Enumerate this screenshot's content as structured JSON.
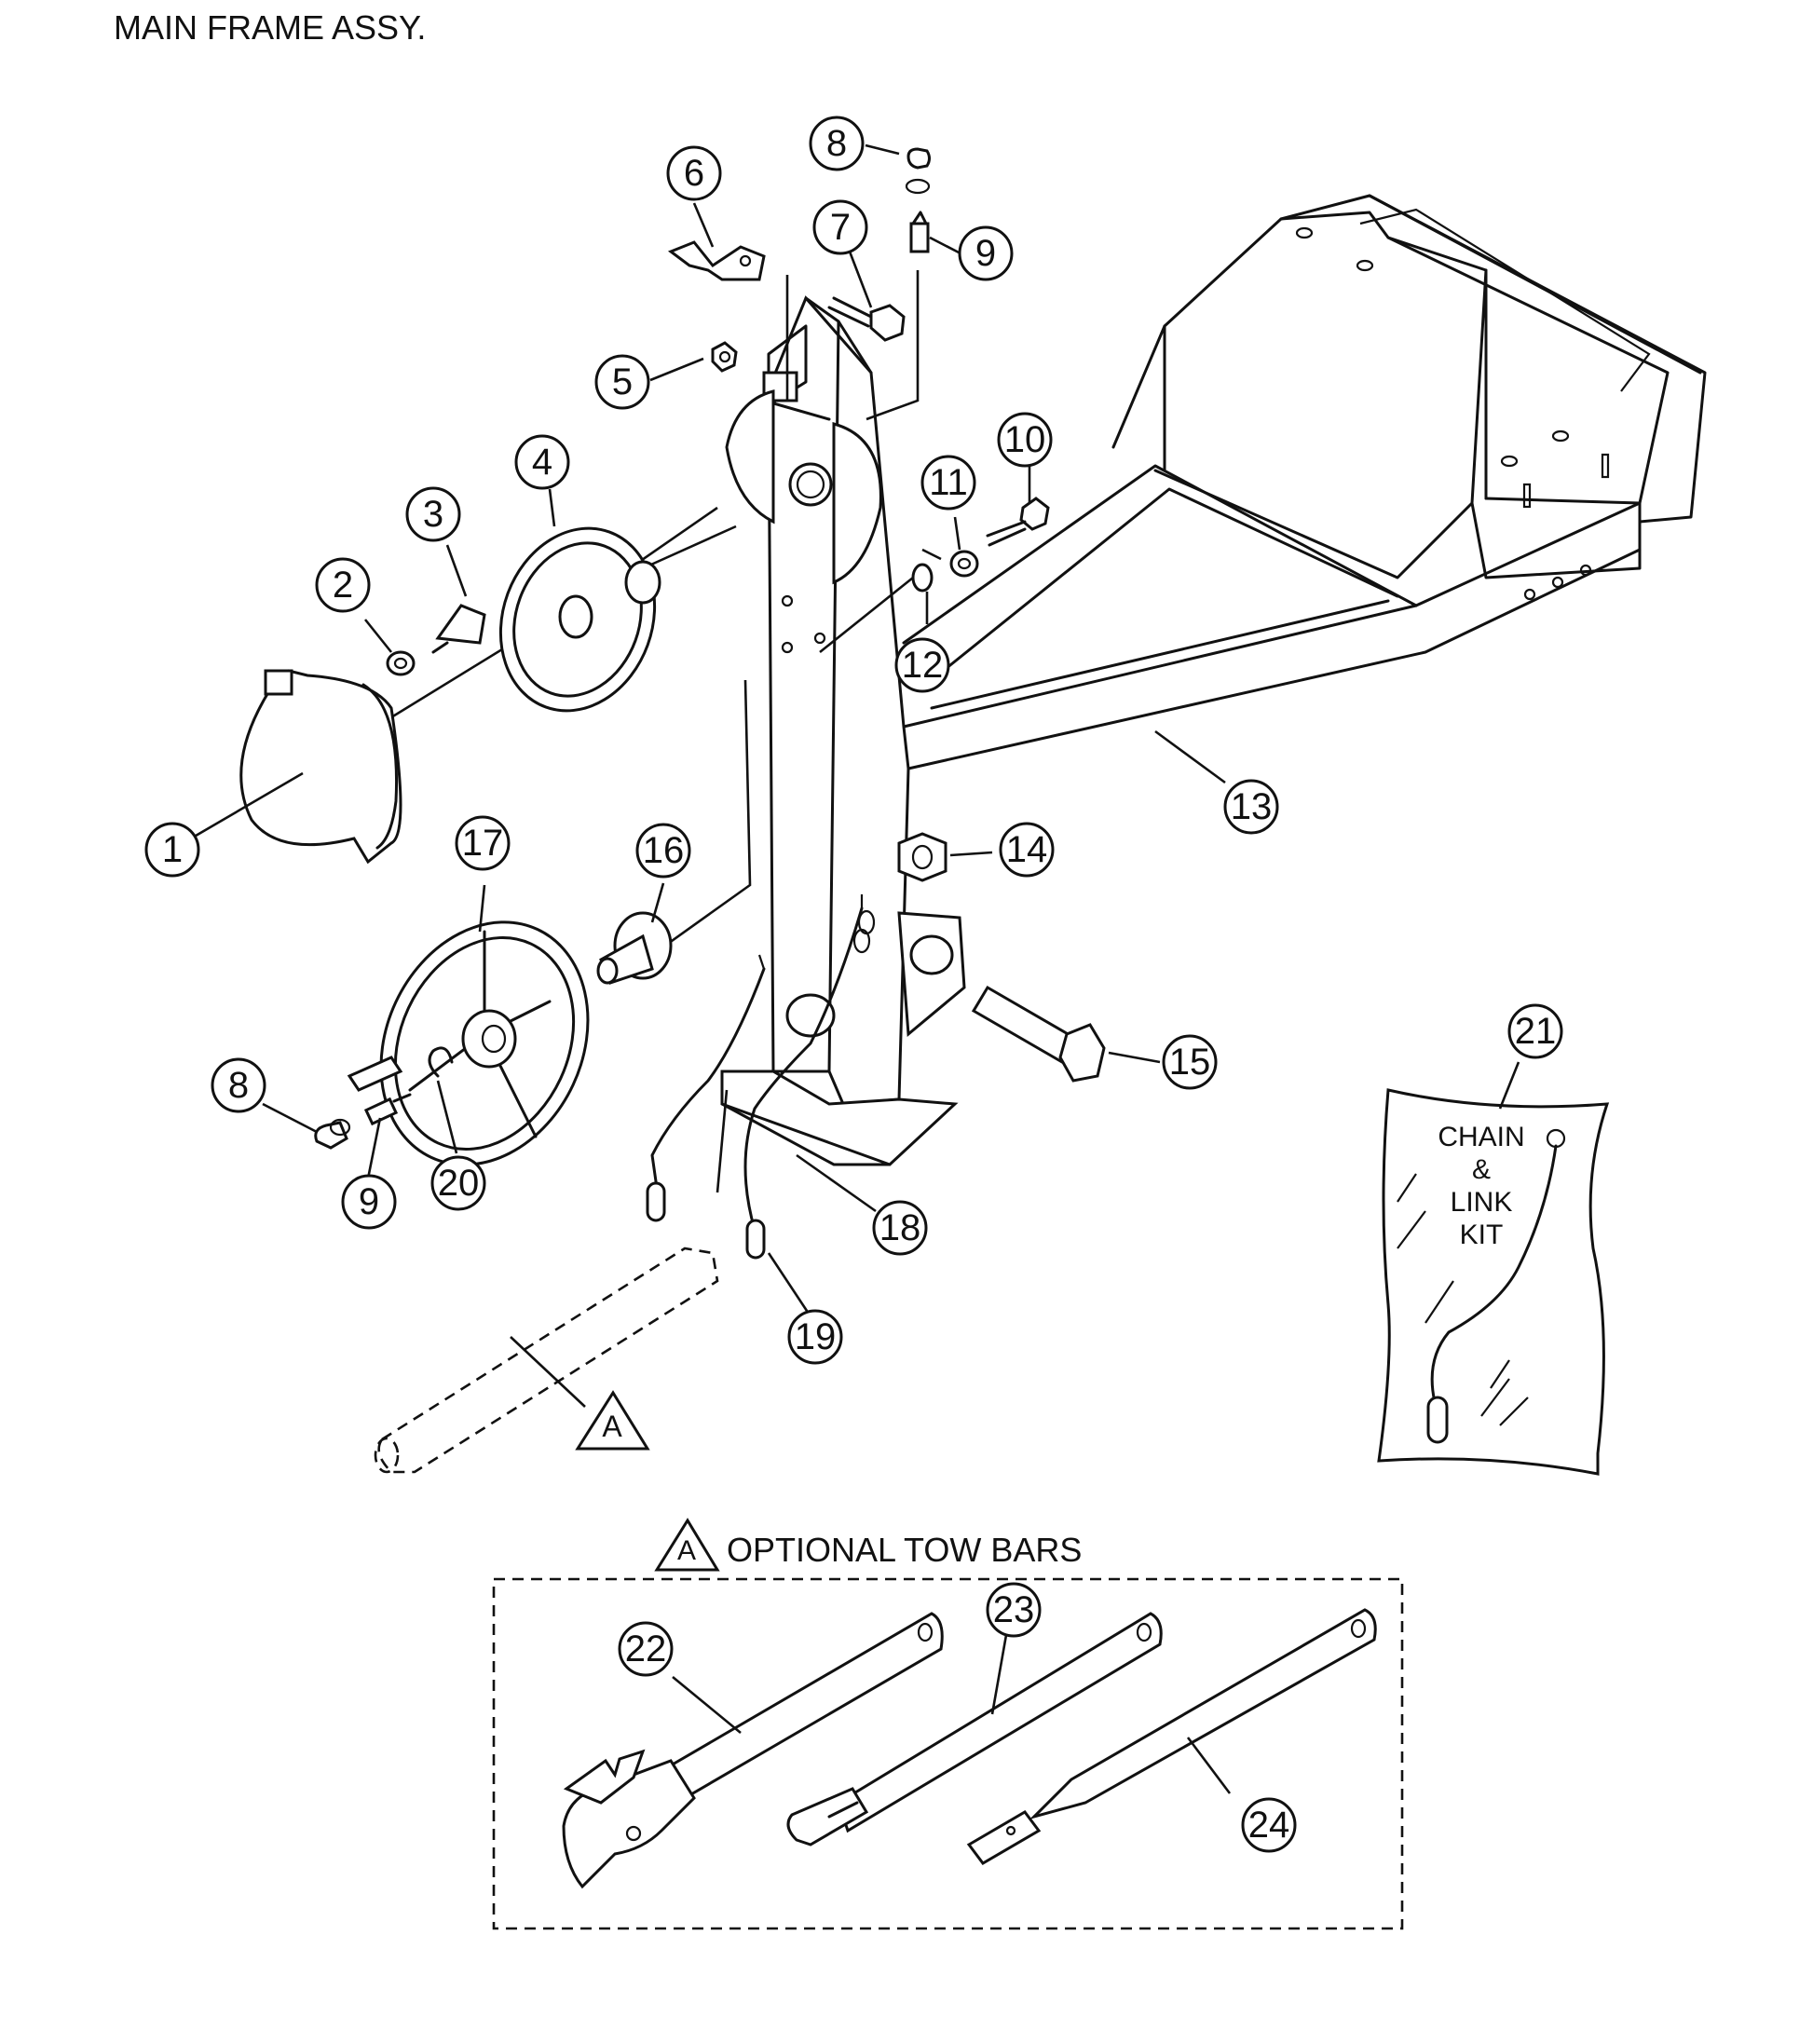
{
  "title": "MAIN FRAME ASSY.",
  "section": {
    "marker": "A",
    "title": "OPTIONAL TOW BARS"
  },
  "kit_label": [
    "CHAIN",
    "&",
    "LINK",
    "KIT"
  ],
  "callouts": [
    "1",
    "2",
    "3",
    "4",
    "5",
    "6",
    "7",
    "8",
    "9",
    "10",
    "11",
    "12",
    "13",
    "14",
    "15",
    "16",
    "17",
    "18",
    "19",
    "20",
    "21",
    "22",
    "23",
    "24"
  ]
}
